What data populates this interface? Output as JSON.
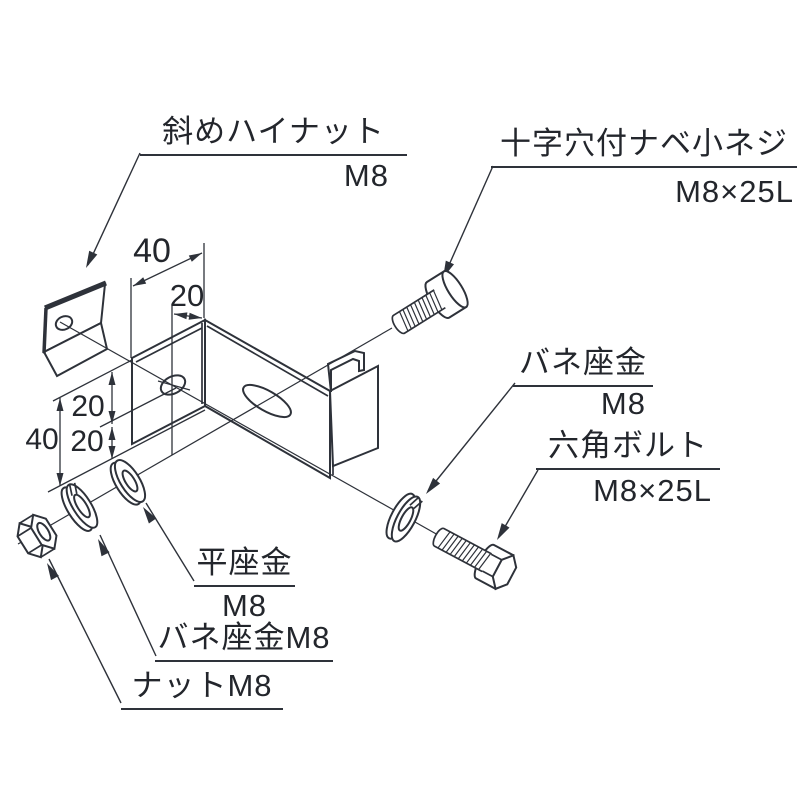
{
  "labels": {
    "diagonal_high_nut": {
      "name": "斜めハイナット",
      "spec": "M8"
    },
    "pan_head_screw": {
      "name": "十字穴付ナベ小ネジ",
      "spec": "M8×25L"
    },
    "spring_washer": {
      "name": "バネ座金",
      "spec": "M8"
    },
    "hex_bolt": {
      "name": "六角ボルト",
      "spec": "M8×25L"
    },
    "flat_washer": {
      "name": "平座金",
      "spec": "M8"
    },
    "spring_washer_m8": {
      "name": "バネ座金M8"
    },
    "nut_m8": {
      "name": "ナットM8"
    }
  },
  "dims": {
    "top_width": "40",
    "top_hole_offset": "20",
    "side_upper": "20",
    "side_lower": "20",
    "side_total": "40"
  },
  "colors": {
    "line": "#2e323a",
    "text": "#23262c",
    "background": "#ffffff"
  }
}
